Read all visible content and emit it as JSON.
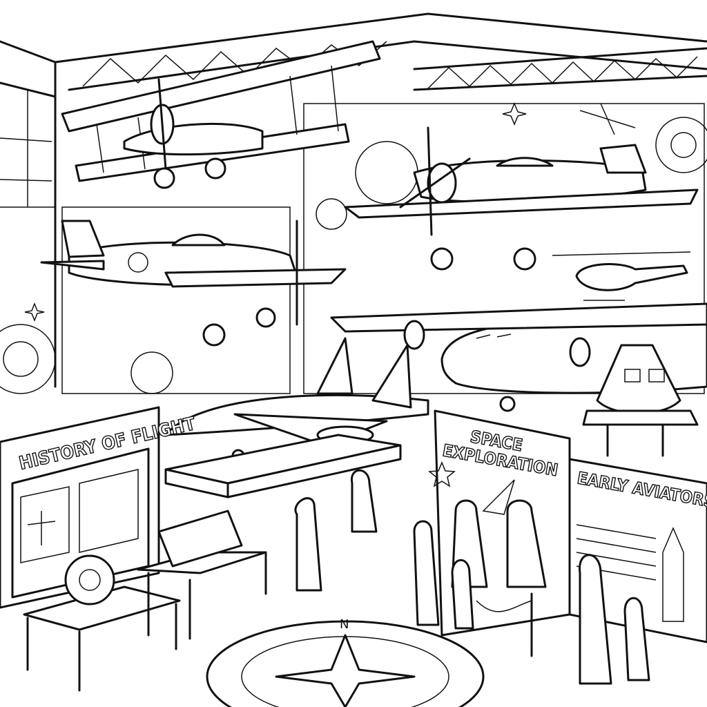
{
  "signs": {
    "history": "HISTORY OF FLIGHT",
    "space_line1": "SPACE",
    "space_line2": "EXPLORATION",
    "aviators": "EARLY AVIATORS"
  },
  "compass": {
    "north": "N"
  },
  "colors": {
    "ink": "#111111",
    "paper": "#ffffff"
  }
}
